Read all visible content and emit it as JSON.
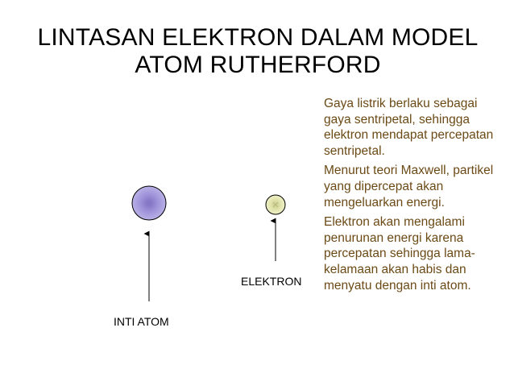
{
  "title_line1": "LINTASAN ELEKTRON DALAM MODEL",
  "title_line2": "ATOM RUTHERFORD",
  "labels": {
    "inti_atom": "INTI ATOM",
    "elektron": "ELEKTRON"
  },
  "notes": [
    "Gaya listrik berlaku sebagai gaya sentripetal, sehingga elektron mendapat percepatan sentripetal.",
    "Menurut teori Maxwell, partikel yang dipercepat akan mengeluarkan energi.",
    "Elektron akan mengalami penurunan energi karena percepatan sehingga lama-kelamaan akan habis dan menyatu dengan inti atom."
  ],
  "colors": {
    "nucleus": "#9b8fd6",
    "electron": "#e1e3a8",
    "notes_text": "#6b4a16"
  }
}
